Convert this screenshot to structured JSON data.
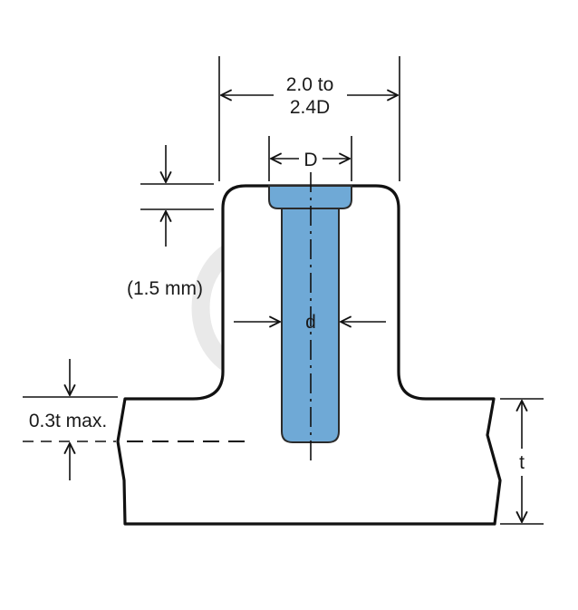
{
  "labels": {
    "overall_width": [
      "2.0 to",
      "2.4D"
    ],
    "head_diameter": "D",
    "shank_diameter": "d",
    "head_offset": "(1.5 mm)",
    "depth_limit": "0.3t max.",
    "thickness": "t"
  },
  "colors": {
    "outline": "#111111",
    "fastener_fill": "#6fa9d6",
    "fastener_stroke": "#2b2b2b",
    "dimension_line": "#111111",
    "watermark": "#e6e6e6"
  },
  "icons": {
    "dimension_arrow": "open-arrowhead"
  }
}
